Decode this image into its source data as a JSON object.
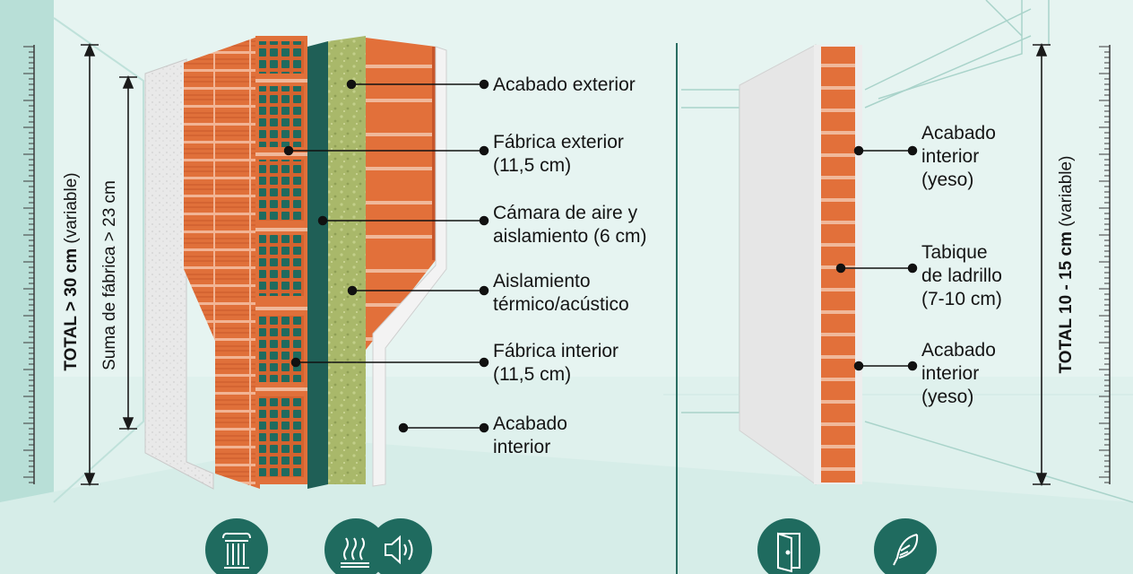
{
  "left_wall": {
    "labels": [
      {
        "line1": "Acabado exterior",
        "line2": ""
      },
      {
        "line1": "Fábrica exterior",
        "line2": "(11,5 cm)"
      },
      {
        "line1": "Cámara de aire y",
        "line2": "aislamiento (6 cm)"
      },
      {
        "line1": "Aislamiento",
        "line2": "térmico/acústico"
      },
      {
        "line1": "Fábrica interior",
        "line2": "(11,5 cm)"
      },
      {
        "line1": "Acabado",
        "line2": "interior"
      }
    ],
    "total_bold": "TOTAL > 30 cm",
    "total_note": " (variable)",
    "fabric_sum": "Suma de fábrica > 23 cm",
    "icons": [
      "column-icon",
      "heat-waves-icon",
      "speaker-sound-icon"
    ]
  },
  "right_wall": {
    "labels": [
      {
        "line1": "Acabado",
        "line2": "interior",
        "line3": "(yeso)"
      },
      {
        "line1": "Tabique",
        "line2": "de ladrillo",
        "line3": "(7-10 cm)"
      },
      {
        "line1": "Acabado",
        "line2": "interior",
        "line3": "(yeso)"
      }
    ],
    "total_bold": "TOTAL 10 - 15 cm",
    "total_note": " (variable)",
    "icons": [
      "door-icon",
      "feather-icon"
    ]
  },
  "colors": {
    "background": "#eaf6f4",
    "brick": "#e0703a",
    "mortar": "#f0b89a",
    "teal_dark": "#1f6b5f",
    "insulation": "#a9b86a",
    "plaster": "#e6e6e6"
  }
}
